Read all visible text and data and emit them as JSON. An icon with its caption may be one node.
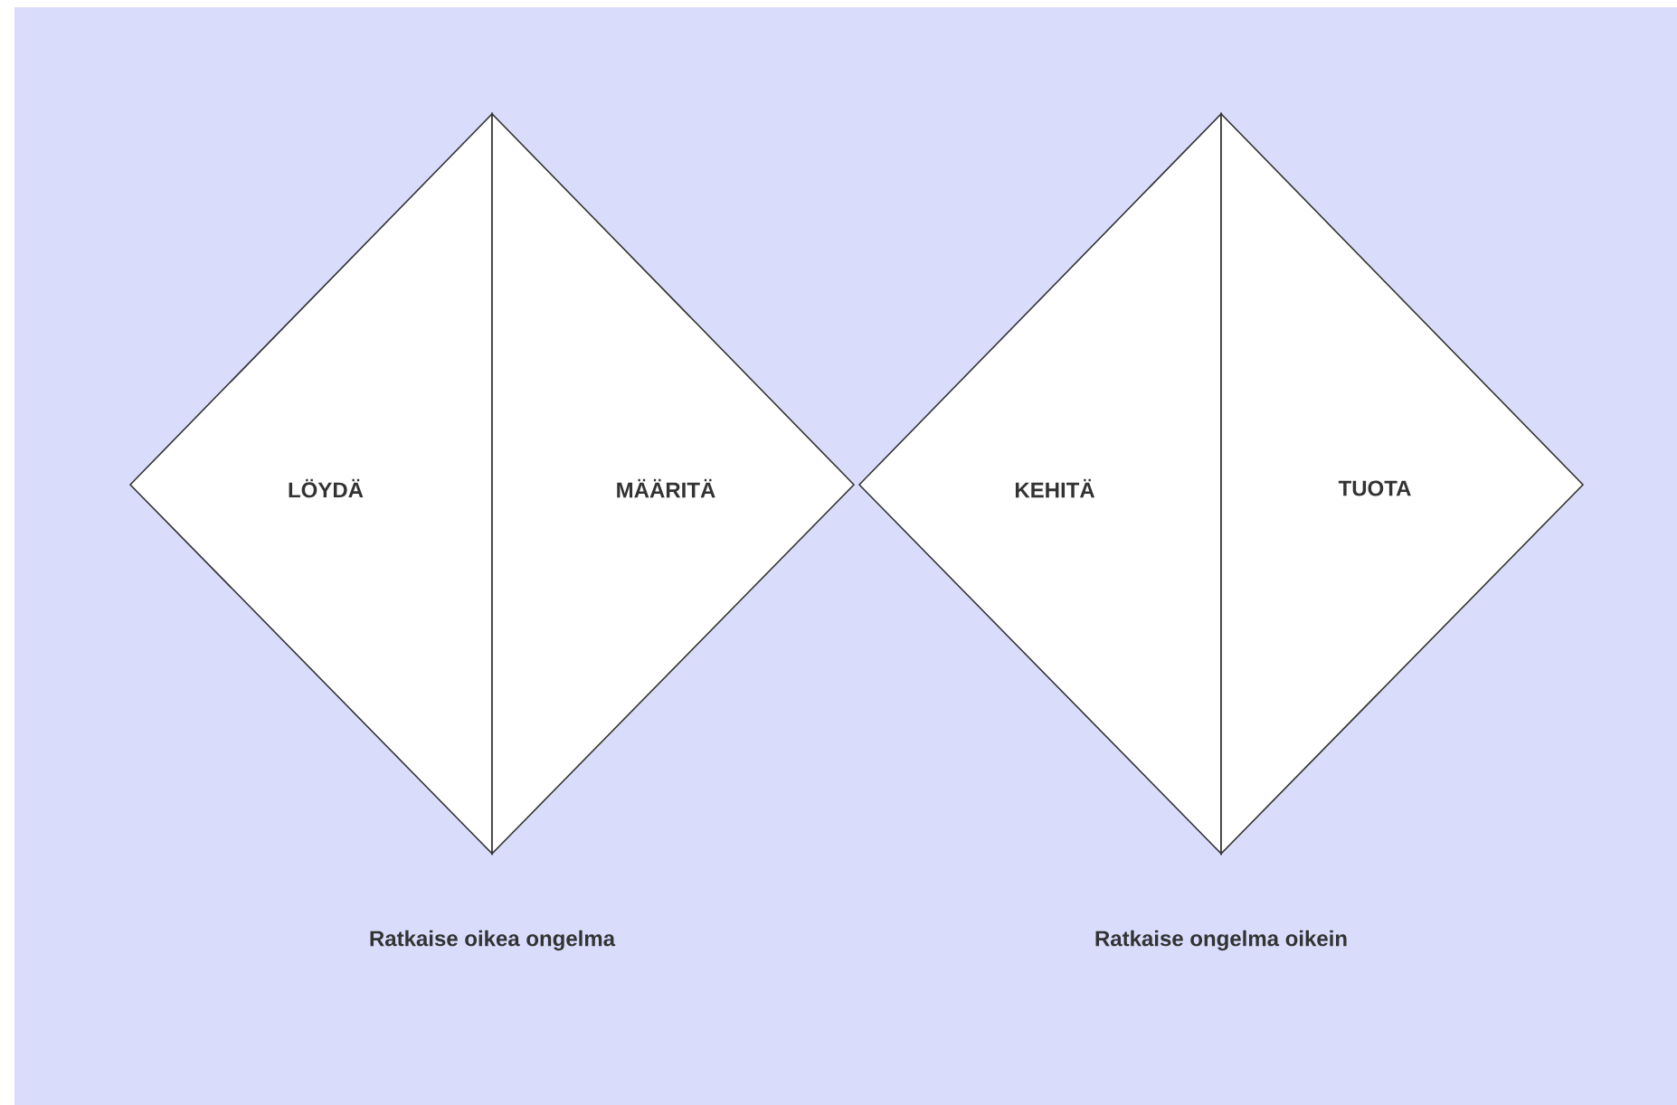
{
  "diagram": {
    "nodes": [
      {
        "text": [
          "LÖYDÄ"
        ]
      },
      {
        "text": [
          "MÄÄRITÄ"
        ]
      },
      {
        "text": [
          "KEHITÄ"
        ]
      },
      {
        "text": [
          "TUOTA"
        ]
      }
    ],
    "labels": [
      "Ratkaise oikea ongelma",
      "Ratkaise ongelma oikein"
    ]
  }
}
